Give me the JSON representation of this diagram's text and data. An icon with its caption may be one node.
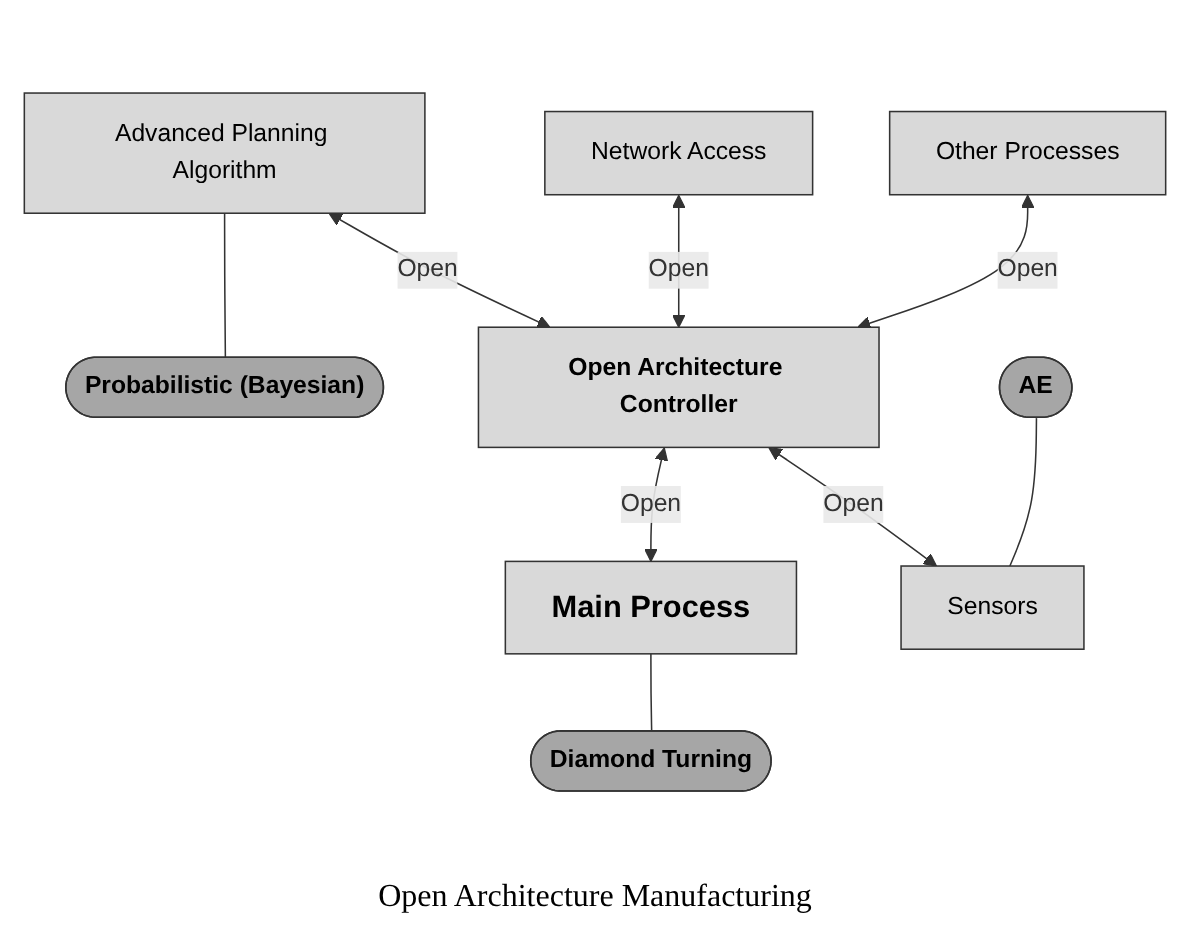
{
  "diagram": {
    "caption": "Open Architecture Manufacturing",
    "nodes": [
      {
        "text": [
          "Advanced Planning Algorithm"
        ]
      },
      {
        "text": [
          "Probabilistic (Bayesian)"
        ]
      },
      {
        "text": [
          "Network Access"
        ]
      },
      {
        "text": [
          "Open Architecture Controller"
        ]
      },
      {
        "text": [
          "Main Process"
        ]
      },
      {
        "text": [
          "Other Processes"
        ]
      },
      {
        "text": [
          "Diamond Turning"
        ]
      },
      {
        "text": [
          "AE"
        ]
      },
      {
        "text": [
          "Sensors"
        ]
      }
    ],
    "edges": [
      {
        "from": 0,
        "to": 1,
        "arrow": "none"
      },
      {
        "from": 0,
        "to": 3,
        "arrow": "both",
        "label": "Open"
      },
      {
        "from": 2,
        "to": 3,
        "arrow": "both",
        "label": "Open"
      },
      {
        "from": 5,
        "to": 3,
        "arrow": "both",
        "label": "Open"
      },
      {
        "from": 3,
        "to": 4,
        "arrow": "both",
        "label": "Open"
      },
      {
        "from": 4,
        "to": 6,
        "arrow": "none"
      },
      {
        "from": 3,
        "to": 8,
        "arrow": "both",
        "label": "Open"
      },
      {
        "from": 7,
        "to": 8,
        "arrow": "none"
      }
    ]
  }
}
